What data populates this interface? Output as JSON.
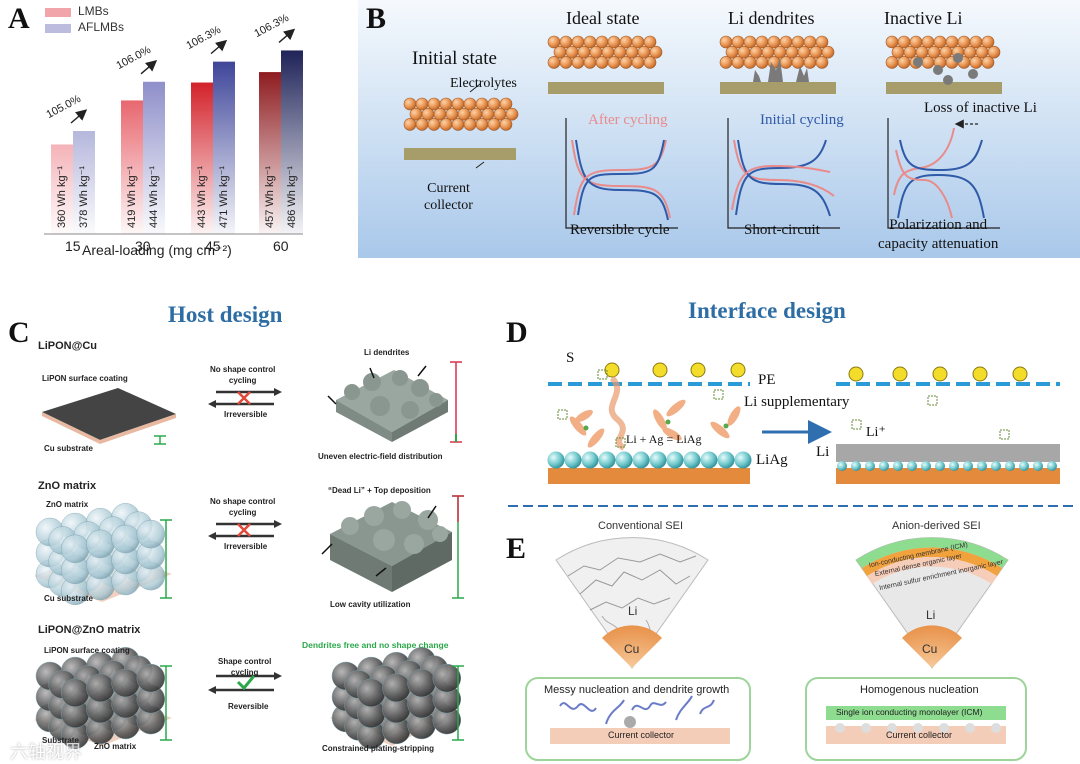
{
  "panels": {
    "a": "A",
    "b": "B",
    "c": "C",
    "d": "D",
    "e": "E"
  },
  "chart_data": {
    "type": "bar",
    "categories": [
      "15",
      "30",
      "45",
      "60"
    ],
    "series": [
      {
        "name": "LMBs",
        "values": [
          360,
          419,
          443,
          457
        ],
        "labels": [
          "360 Wh kg⁻¹",
          "419 Wh kg⁻¹",
          "443 Wh kg⁻¹",
          "457 Wh kg⁻¹"
        ]
      },
      {
        "name": "AFLMBs",
        "values": [
          378,
          444,
          471,
          486
        ],
        "labels": [
          "378 Wh kg⁻¹",
          "444 Wh kg⁻¹",
          "471 Wh kg⁻¹",
          "486 Wh kg⁻¹"
        ]
      }
    ],
    "ratios": [
      "105.0%",
      "106.0%",
      "106.3%",
      "106.3%"
    ],
    "xlabel": "Areal-loading (mg cm⁻²)",
    "ylim": [
      300,
      500
    ],
    "legend": "top-left",
    "colors": {
      "lmb": [
        "#f4b3b8",
        "#e8676f",
        "#d3222a",
        "#8e1c20"
      ],
      "aflmb": [
        "#b5b7dc",
        "#8f8fca",
        "#3f4699",
        "#1f2358"
      ]
    }
  },
  "panel_b": {
    "initial_state": "Initial state",
    "electrolytes": "Electrolytes",
    "current_collector": "Current\ncollector",
    "states": [
      {
        "title": "Ideal state",
        "curve_label": "After cycling",
        "caption": "Reversible cycle"
      },
      {
        "title": "Li dendrites",
        "curve_label": "Initial cycling",
        "caption": "Short-circuit"
      },
      {
        "title": "Inactive Li",
        "curve_label": "Loss of inactive Li",
        "caption": "Polarization and\ncapacity attenuation"
      }
    ],
    "bg_top": "#e6eff9",
    "bg_bottom": "#9cc0e6"
  },
  "panel_c": {
    "heading": "Host design",
    "rows": [
      {
        "title": "LiPON@Cu",
        "label1": "LiPON surface coating",
        "label2": "Cu substrate",
        "arrow_top": "No shape control\ncycling",
        "arrow_bottom": "Irreversible",
        "result_top": "Li dendrites",
        "result_bottom": "Uneven electric-field distribution",
        "ok": false
      },
      {
        "title": "ZnO matrix",
        "label1": "ZnO matrix",
        "label2": "Cu substrate",
        "arrow_top": "No shape control\ncycling",
        "arrow_bottom": "Irreversible",
        "result_top": "“Dead Li” + Top deposition",
        "result_bottom": "Low cavity utilization",
        "ok": false
      },
      {
        "title": "LiPON@ZnO matrix",
        "label1": "LiPON surface coating",
        "label2": "Substrate",
        "label3": "ZnO matrix",
        "arrow_top": "Shape control\ncycling",
        "arrow_bottom": "Reversible",
        "result_top": "Dendrites free and no shape change",
        "result_bottom": "Constrained plating-stripping",
        "ok": true
      }
    ]
  },
  "panel_d": {
    "heading": "Interface design",
    "s_label": "S",
    "pe_label": "PE",
    "li_supp": "Li supplementary",
    "reaction": "Li + Ag = LiAg",
    "liag": "LiAg",
    "li_plus": "Li⁺",
    "li": "Li"
  },
  "panel_e": {
    "conventional_title": "Conventional SEI",
    "anion_title": "Anion-derived SEI",
    "li": "Li",
    "cu": "Cu",
    "layers": [
      "Ion-conducting membrane (ICM)",
      "External dense organic layer",
      "Internal sulfur enrichment inorganic layer"
    ],
    "box_left_title": "Messy nucleation and dendrite growth",
    "box_right_title": "Homogenous nucleation",
    "box_right_icm": "Single ion conducting monolayer (ICM)",
    "collector": "Current collector"
  },
  "watermark": "六轴视界"
}
